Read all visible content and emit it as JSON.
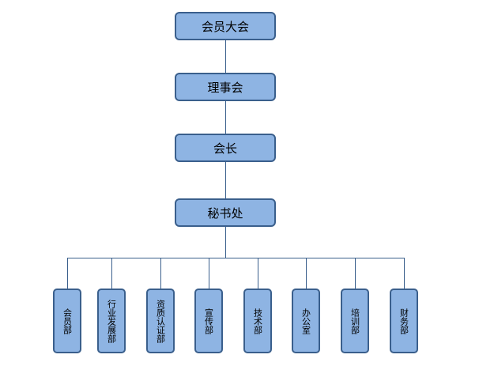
{
  "hierarchy": {
    "general_assembly": "会员大会",
    "council": "理事会",
    "president": "会长",
    "secretariat": "秘书处"
  },
  "departments": [
    "会员部",
    "行业发展部",
    "资质认证部",
    "宣传部",
    "技术部",
    "办公室",
    "培训部",
    "财务部"
  ],
  "colors": {
    "box_fill": "#8eb4e3",
    "box_border": "#3a5f8c",
    "connector": "#3a5f8c"
  }
}
